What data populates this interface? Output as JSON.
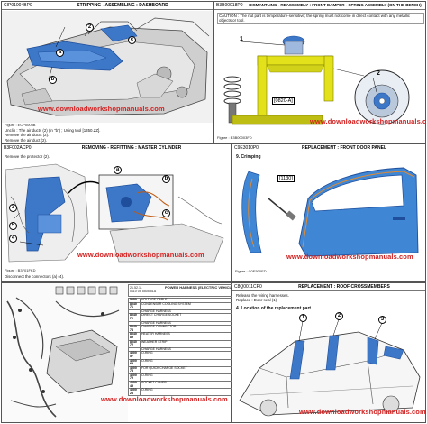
{
  "panels": {
    "stripping": {
      "code": "CIP01004BP0",
      "title": "STRIPPING - ASSEMBLING : DASHBOARD",
      "callouts": [
        "2",
        "a",
        "b",
        "c"
      ],
      "figure": "Figure : ECP0005B",
      "caption": [
        "Unclip : The air ducts (2) (in \"b\") ; Using tool [1350.ZZ].",
        "Remove the air ducts (2).",
        "Remove the air duct (2)."
      ]
    },
    "damper": {
      "code": "B3B00018P0",
      "title": "DISMANTLING - REASSEMBLY : FRONT DAMPER - SPRING ASSEMBLY (ON THE BENCH)",
      "caution": "CAUTION : The nut part is temperature-sensitive; the spring must not come in direct contact with any metallic objects or tool.",
      "callouts": [
        "1",
        "2"
      ],
      "tool_label": "[0820-A]",
      "figure": "Figure : B3B00003FD"
    },
    "master_cylinder": {
      "code": "B3F002ACP0",
      "title": "REMOVING - REFITTING : MASTER CYLINDER",
      "line": "Remove the protector (2).",
      "callouts": [
        "3",
        "a",
        "b",
        "c",
        "4",
        "5"
      ],
      "figure": "Figure : B3F01FKD",
      "line2": "Disconnect the connectors (a) (4)."
    },
    "door": {
      "code": "C9E3010P0",
      "title": "REPLACEMENT : FRONT DOOR PANEL",
      "step": "9. Crimping",
      "tool_label": "[1130]",
      "figure": "Figure : C0E500ED"
    },
    "harness": {
      "code": "21.52.11\n0110 05 5505 51A",
      "title": "POWER HARNESS (ELECTRIC VEHICLE)",
      "rows": [
        [
          "5050",
          "VOLTAGE CABLE"
        ],
        [
          "8040 71",
          "CONDENSER COOLING SYSTEM"
        ],
        [
          "",
          "CHARGE HARNESS"
        ],
        [
          "8040 70",
          "DIRECT CHARGE SOCKET"
        ],
        [
          "",
          "CHARGE HARNESS"
        ],
        [
          "8040 74",
          "CHARGE CONNECTOR"
        ],
        [
          "8040 89",
          "HEATER HARNESS"
        ],
        [
          "8040 72",
          "WEATHER STRIP"
        ],
        [
          "",
          "CHARGE HARNESS"
        ],
        [
          "4000 57",
          "O-RING"
        ],
        [
          "4000 69",
          "O-RING"
        ],
        [
          "4000 78",
          "FOR QUICK CHARGE SOCKET"
        ],
        [
          "4000 79",
          "O-RING"
        ],
        [
          "4000 45",
          "SOCKET COVER"
        ],
        [
          "4000 28",
          "O-RING"
        ]
      ]
    },
    "roof": {
      "code": "C8Q0011CP0",
      "title": "REPLACEMENT : ROOF CROSSMEMBERS",
      "lines": [
        "Release the wiring harnesses.",
        "Replace : Door seal (1)."
      ],
      "step": "4. Location of the replacement part",
      "callouts": [
        "1",
        "2",
        "3"
      ]
    }
  },
  "watermark": "www.downloadworkshopmanuals.com",
  "colors": {
    "part_blue": "#3d78c8",
    "part_blue_dark": "#1f4f9c",
    "door_blue": "#3f86d4",
    "spring_yellow": "#e3e21a",
    "watermark_red": "#d32020"
  }
}
